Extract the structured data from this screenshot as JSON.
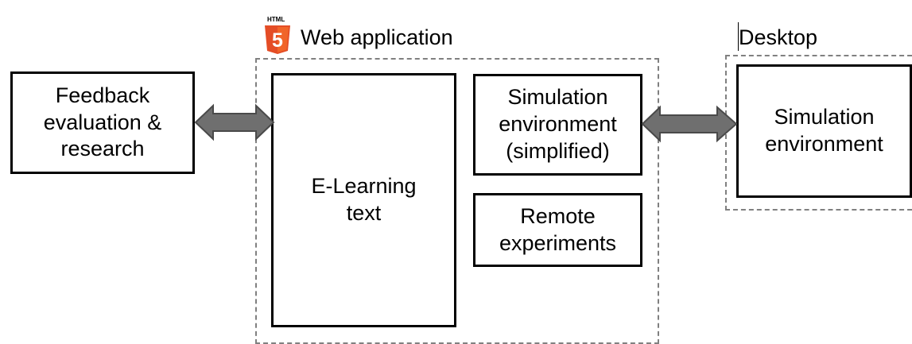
{
  "diagram": {
    "web_app": {
      "icon_text": "HTML",
      "icon_number": "5",
      "label": "Web application"
    },
    "desktop": {
      "label": "Desktop"
    },
    "boxes": {
      "feedback": "Feedback\nevaluation &\nresearch",
      "elearning": "E-Learning\ntext",
      "simulation_simplified": "Simulation\nenvironment\n(simplified)",
      "remote_experiments": "Remote\nexperiments",
      "simulation_desktop": "Simulation\nenvironment"
    },
    "colors": {
      "box_border": "#000000",
      "dashed_border": "#808080",
      "arrow_fill": "#6f6f6f",
      "arrow_stroke": "#4a4a4a",
      "html5_orange": "#e44d26",
      "html5_dark": "#f16529"
    }
  }
}
